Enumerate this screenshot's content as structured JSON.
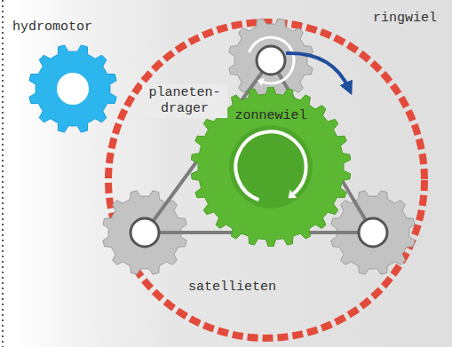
{
  "diagram": {
    "nodes": [
      {
        "text": [
          "zonnewiel"
        ]
      }
    ],
    "labels": [
      "hydromotor",
      "ringwiel",
      "planeten- drager",
      "satellieten"
    ]
  }
}
